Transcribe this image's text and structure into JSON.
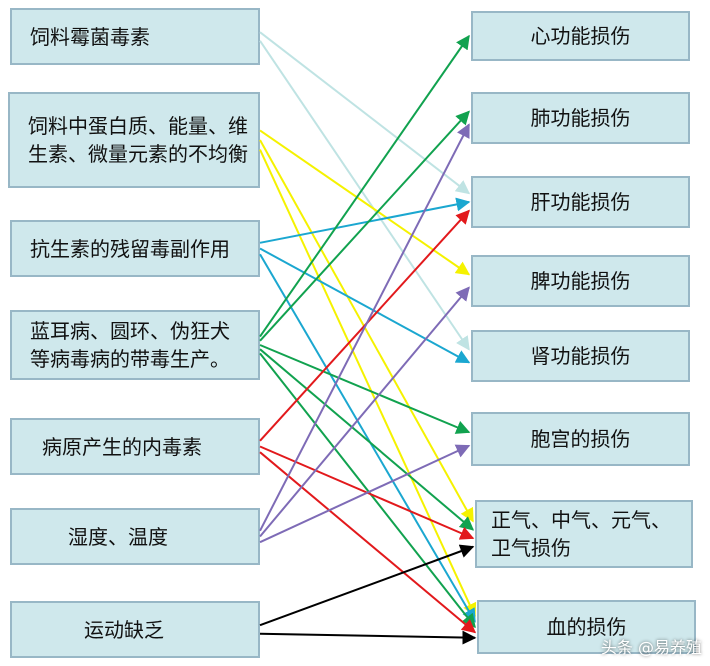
{
  "causes": [
    {
      "id": "c1",
      "label": "饲料霉菌毒素"
    },
    {
      "id": "c2",
      "label": "饲料中蛋白质、能量、维生素、微量元素的不均衡"
    },
    {
      "id": "c3",
      "label": "抗生素的残留毒副作用"
    },
    {
      "id": "c4",
      "label": "蓝耳病、圆环、伪狂犬等病毒病的带毒生产。"
    },
    {
      "id": "c5",
      "label": "病原产生的内毒素"
    },
    {
      "id": "c6",
      "label": "湿度、温度"
    },
    {
      "id": "c7",
      "label": "运动缺乏"
    }
  ],
  "effects": [
    {
      "id": "e1",
      "label": "心功能损伤"
    },
    {
      "id": "e2",
      "label": "肺功能损伤"
    },
    {
      "id": "e3",
      "label": "肝功能损伤"
    },
    {
      "id": "e4",
      "label": "脾功能损伤"
    },
    {
      "id": "e5",
      "label": "肾功能损伤"
    },
    {
      "id": "e6",
      "label": "胞宫的损伤"
    },
    {
      "id": "e7",
      "label": "正气、中气、元气、卫气损伤"
    },
    {
      "id": "e8",
      "label": "血的损伤"
    }
  ],
  "links": [
    {
      "from": "c1",
      "to": "e3",
      "color": "#bfe3e3"
    },
    {
      "from": "c1",
      "to": "e5",
      "color": "#bfe3e3"
    },
    {
      "from": "c2",
      "to": "e4",
      "color": "#f5f200"
    },
    {
      "from": "c2",
      "to": "e7",
      "color": "#f5f200"
    },
    {
      "from": "c2",
      "to": "e8",
      "color": "#f5f200"
    },
    {
      "from": "c3",
      "to": "e3",
      "color": "#1ba7d0"
    },
    {
      "from": "c3",
      "to": "e5",
      "color": "#1ba7d0"
    },
    {
      "from": "c3",
      "to": "e8",
      "color": "#1ba7d0"
    },
    {
      "from": "c4",
      "to": "e1",
      "color": "#11a24f"
    },
    {
      "from": "c4",
      "to": "e2",
      "color": "#11a24f"
    },
    {
      "from": "c4",
      "to": "e6",
      "color": "#11a24f"
    },
    {
      "from": "c4",
      "to": "e7",
      "color": "#11a24f"
    },
    {
      "from": "c4",
      "to": "e8",
      "color": "#11a24f"
    },
    {
      "from": "c5",
      "to": "e3",
      "color": "#e2191c"
    },
    {
      "from": "c5",
      "to": "e7",
      "color": "#e2191c"
    },
    {
      "from": "c5",
      "to": "e8",
      "color": "#e2191c"
    },
    {
      "from": "c6",
      "to": "e2",
      "color": "#7e6bb6"
    },
    {
      "from": "c6",
      "to": "e4",
      "color": "#7e6bb6"
    },
    {
      "from": "c6",
      "to": "e6",
      "color": "#7e6bb6"
    },
    {
      "from": "c7",
      "to": "e7",
      "color": "#000000"
    },
    {
      "from": "c7",
      "to": "e8",
      "color": "#000000"
    }
  ],
  "watermark": "头条 @易养殖"
}
